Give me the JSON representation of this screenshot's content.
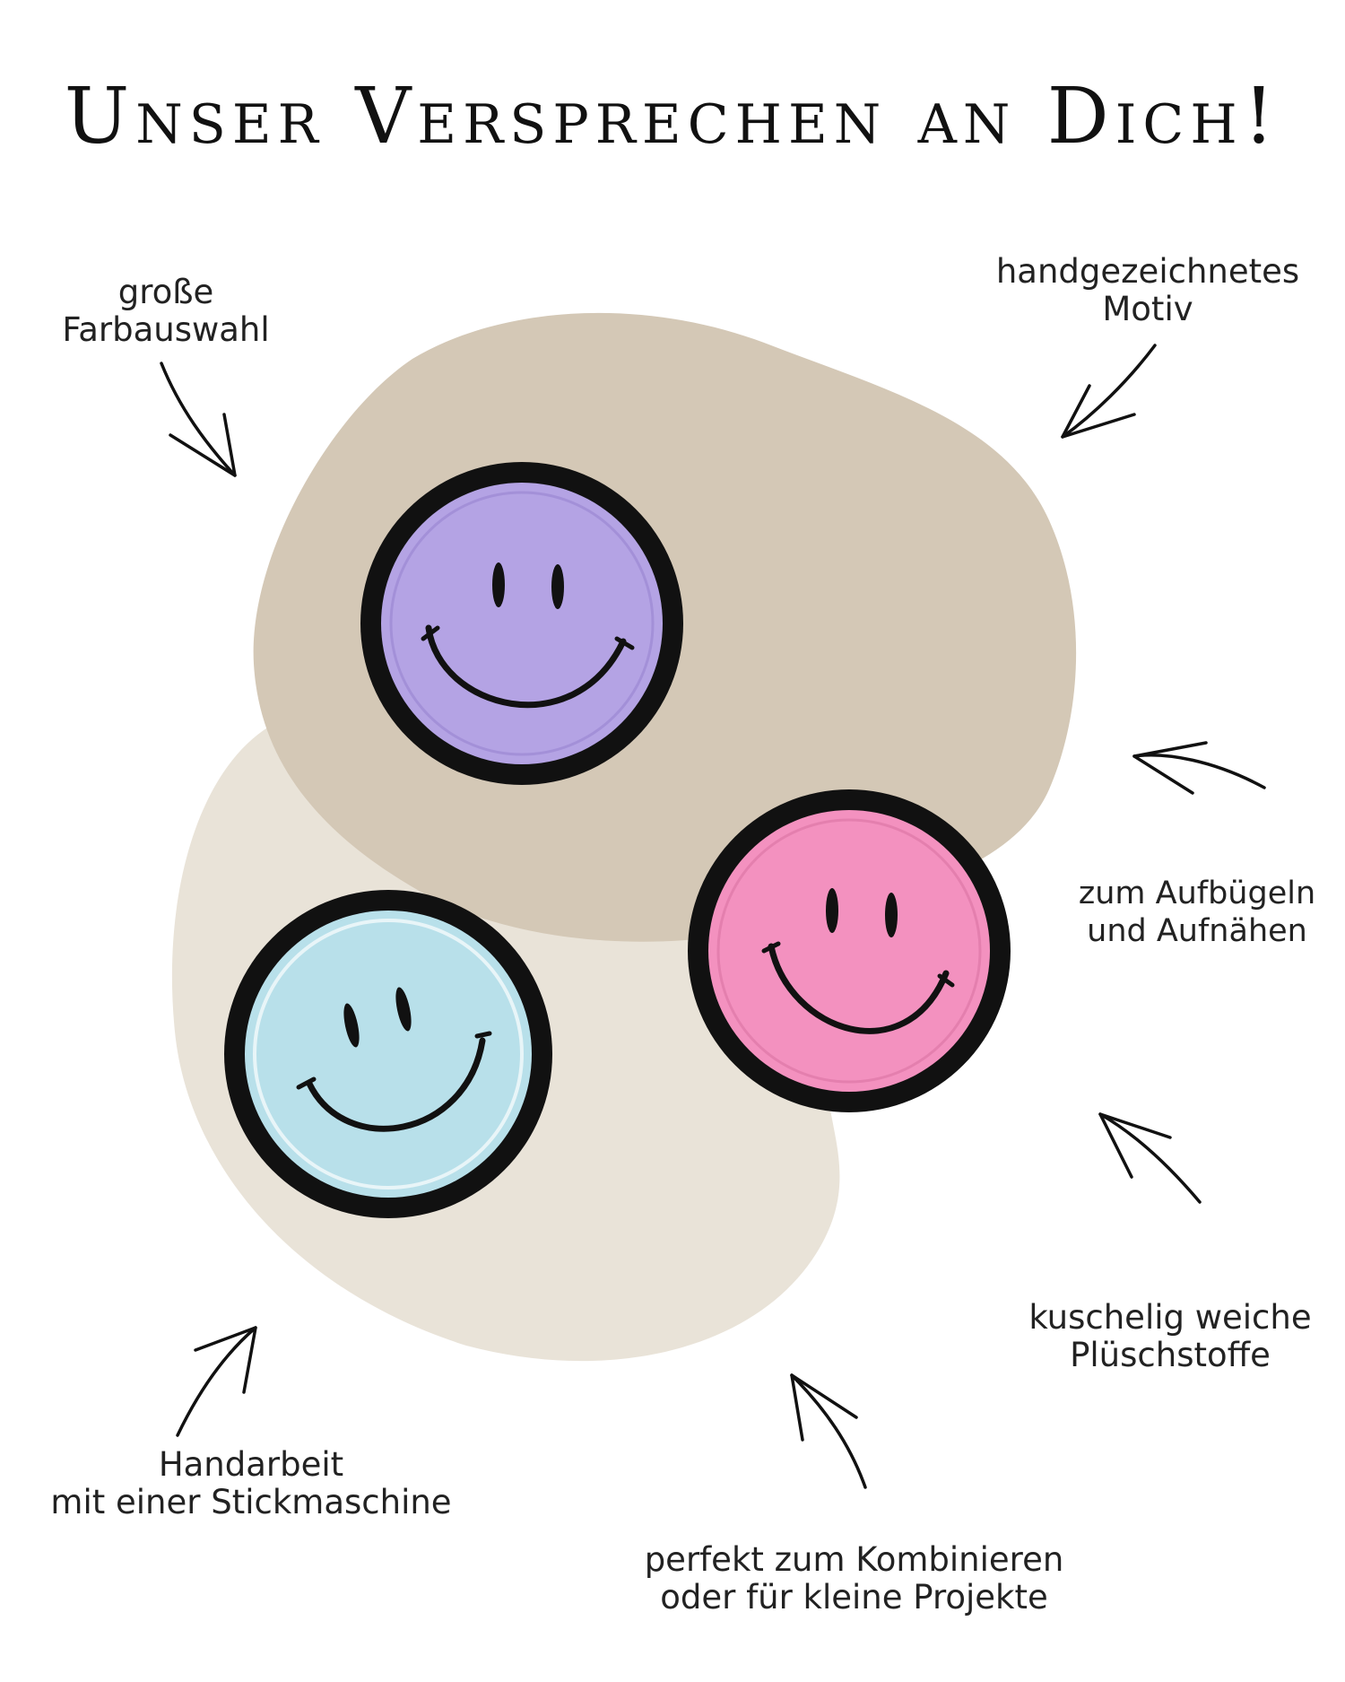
{
  "title": "Unser Versprechen an Dich!",
  "colors": {
    "background": "#ffffff",
    "blob_dark": "#d4c8b6",
    "blob_light": "#e9e3d8",
    "patch_rim": "#111111",
    "purple": "#b4a3e4",
    "pink": "#f391bf",
    "blue": "#b8e0ea"
  },
  "patches": [
    {
      "name": "purple-smiley",
      "color": "purple"
    },
    {
      "name": "pink-smiley",
      "color": "pink"
    },
    {
      "name": "blue-smiley",
      "color": "blue"
    }
  ],
  "features": {
    "farbauswahl": {
      "line1": "große",
      "line2": "Farbauswahl"
    },
    "motiv": {
      "line1": "handgezeichnetes",
      "line2": "Motiv"
    },
    "aufbuegeln": {
      "line1": "zum Aufbügeln",
      "line2": "und Aufnähen"
    },
    "pluesch": {
      "line1": "kuschelig weiche",
      "line2": "Plüschstoffe"
    },
    "kombinieren": {
      "line1": "perfekt zum Kombinieren",
      "line2": "oder für kleine Projekte"
    },
    "handarbeit": {
      "line1": "Handarbeit",
      "line2": "mit einer Stickmaschine"
    }
  },
  "icons": [
    "arrow-icon"
  ]
}
